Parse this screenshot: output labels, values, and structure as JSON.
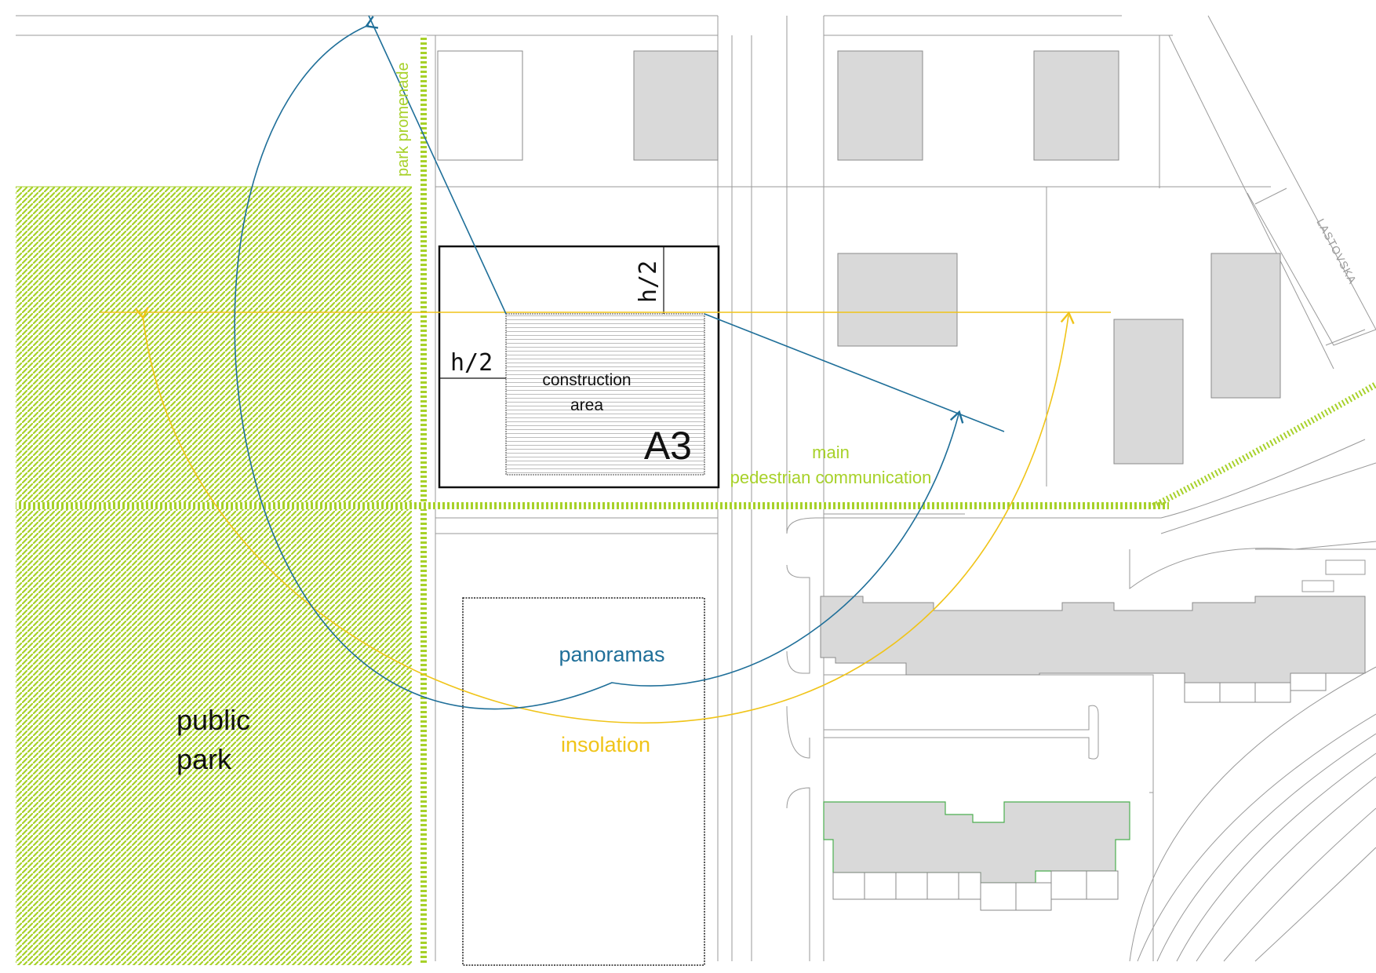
{
  "labels": {
    "park_promenade": "park promenade",
    "h_half_top": "h/2",
    "h_half_left": "h/2",
    "construction_line1": "construction",
    "construction_line2": "area",
    "plot_id": "A3",
    "main_line1": "main",
    "main_line2": "pedestrian communication",
    "street_name": "LASTOVSKA",
    "panoramas": "panoramas",
    "insolation": "insolation",
    "public_line1": "public",
    "public_line2": "park"
  },
  "colors": {
    "park_green": "#a7d129",
    "panorama_blue": "#1f6f99",
    "insolation_yellow": "#f0c419",
    "building_grey": "#d9d9d9",
    "line_grey": "#9a9a9a",
    "text_black": "#111111"
  }
}
